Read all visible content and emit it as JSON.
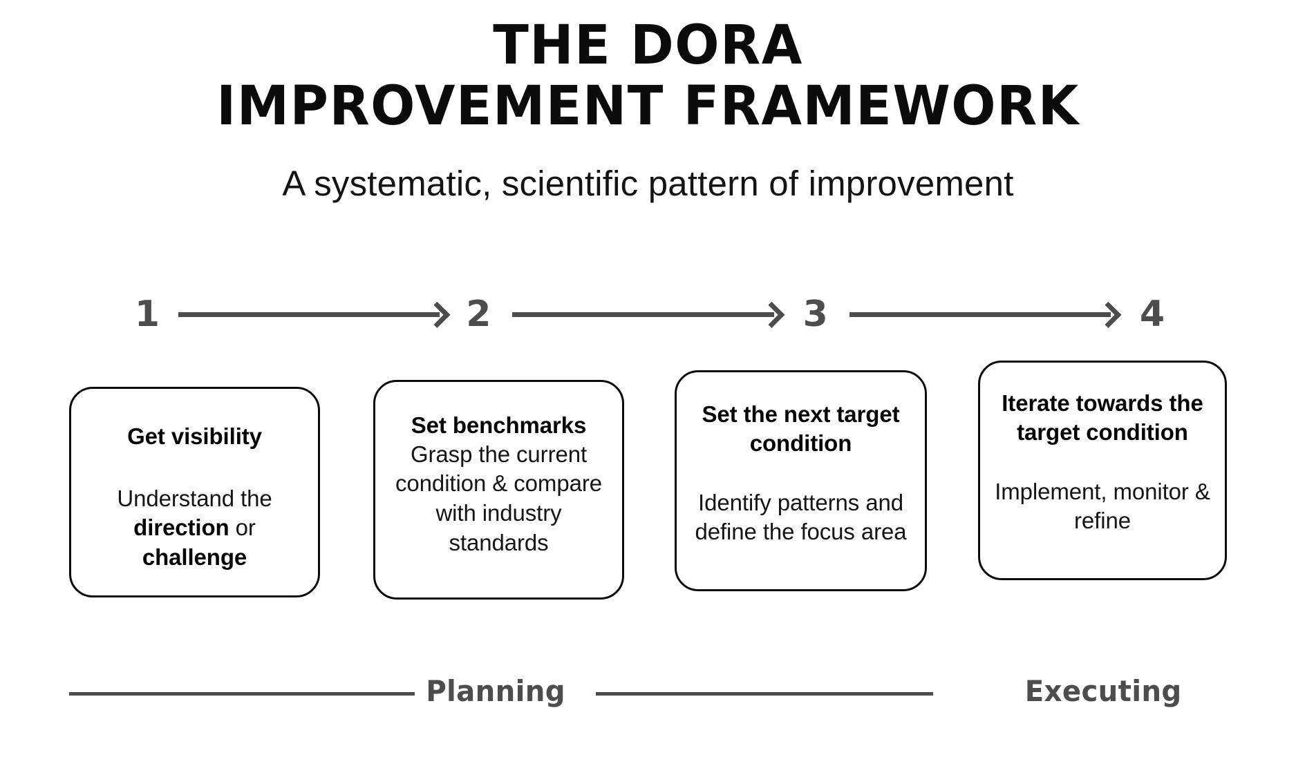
{
  "header": {
    "title_line_1": "THE DORA",
    "title_line_2": "IMPROVEMENT FRAMEWORK",
    "subtitle": "A systematic, scientific pattern of improvement"
  },
  "steps": [
    {
      "number": "1"
    },
    {
      "number": "2"
    },
    {
      "number": "3"
    },
    {
      "number": "4"
    }
  ],
  "cards": [
    {
      "title": "Get visibility",
      "body_prefix": "Understand the ",
      "body_bold_1": "direction",
      "body_mid": " or ",
      "body_bold_2": "challenge",
      "body_suffix": ""
    },
    {
      "title": "Set benchmarks",
      "body": "Grasp the current condition & compare with industry standards"
    },
    {
      "title": "Set the next target condition",
      "body": "Identify patterns and define the focus area"
    },
    {
      "title": "Iterate towards the target condition",
      "body": "Implement, monitor & refine"
    }
  ],
  "phases": {
    "planning_label": "Planning",
    "executing_label": "Executing"
  },
  "colors": {
    "text_primary": "#0a0a0a",
    "accent_gray": "#4d4d4d",
    "background": "#ffffff"
  }
}
